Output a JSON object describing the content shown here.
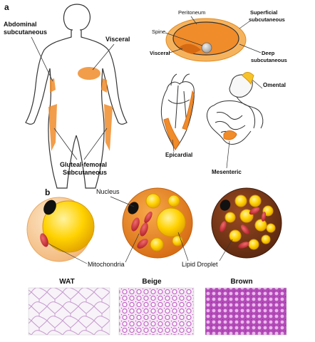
{
  "panel_a": {
    "letter": "a",
    "body": {
      "abdominal": "Abdominal",
      "subcutaneous": "subcutaneous",
      "visceral": "Visceral",
      "gluteal": "Gluteal-femoral",
      "gluteal_sub": "Subcutaneous"
    },
    "cross_section": {
      "peritoneum": "Peritoneum",
      "superficial": "Superficial",
      "superficial_sub": "subcutaneous",
      "spine": "Spine",
      "visceral": "Visceral",
      "deep": "Deep",
      "deep_sub": "subcutaneous"
    },
    "organs": {
      "omental": "Omental",
      "epicardial": "Epicardial",
      "mesenteric": "Mesenteric"
    }
  },
  "panel_b": {
    "letter": "b",
    "labels": {
      "nucleus": "Nucleus",
      "mitochondria": "Mitochondria",
      "lipid_droplet": "Lipid Droplet"
    },
    "cell_types": [
      "WAT",
      "Beige",
      "Brown"
    ]
  },
  "colors": {
    "fat_orange": "#f08c2a",
    "light_orange": "#f6b35e",
    "peach": "#fbd6a8",
    "lipid_yellow": "#ffd200",
    "mito_red": "#d0303a",
    "brown_cell": "#7a3a1a",
    "stain_purple": "#b05cc0"
  }
}
